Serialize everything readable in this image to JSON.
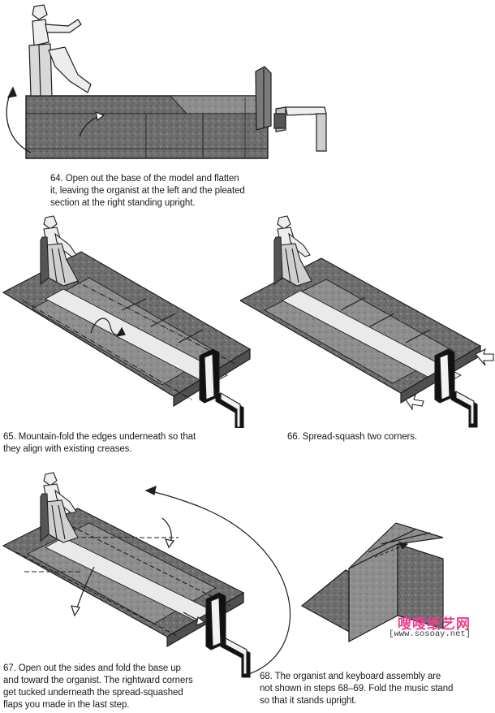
{
  "colors": {
    "paper_dark": "#6a6a6a",
    "paper_mid": "#8b8b8b",
    "paper_light": "#e9e9e9",
    "line": "#1e1e1e",
    "watermark_pink": "#ee3d8f",
    "watermark_text": "#3a3a3a"
  },
  "steps": [
    {
      "number": "64",
      "caption_lines": [
        "64. Open out the base of the model and flatten",
        "it, leaving the organist at the left and the pleated",
        "section at the right standing upright."
      ]
    },
    {
      "number": "65",
      "caption_lines": [
        "65. Mountain-fold the edges underneath so that",
        "they align with existing creases."
      ]
    },
    {
      "number": "66",
      "caption_lines": [
        "66. Spread-squash two corners."
      ]
    },
    {
      "number": "67",
      "caption_lines": [
        "67. Open out the sides and fold the base up",
        "and toward the organist. The rightward corners",
        "get tucked underneath the spread-squashed",
        "flaps you made in the last step."
      ]
    },
    {
      "number": "68",
      "caption_lines": [
        "68. The organist and keyboard assembly are",
        "not shown in steps 68–69. Fold the music stand",
        "so that it stands upright."
      ]
    }
  ],
  "watermark": {
    "site_name_cn": "嗖嗖纸艺网",
    "url": "[www.sosoay.net]"
  }
}
